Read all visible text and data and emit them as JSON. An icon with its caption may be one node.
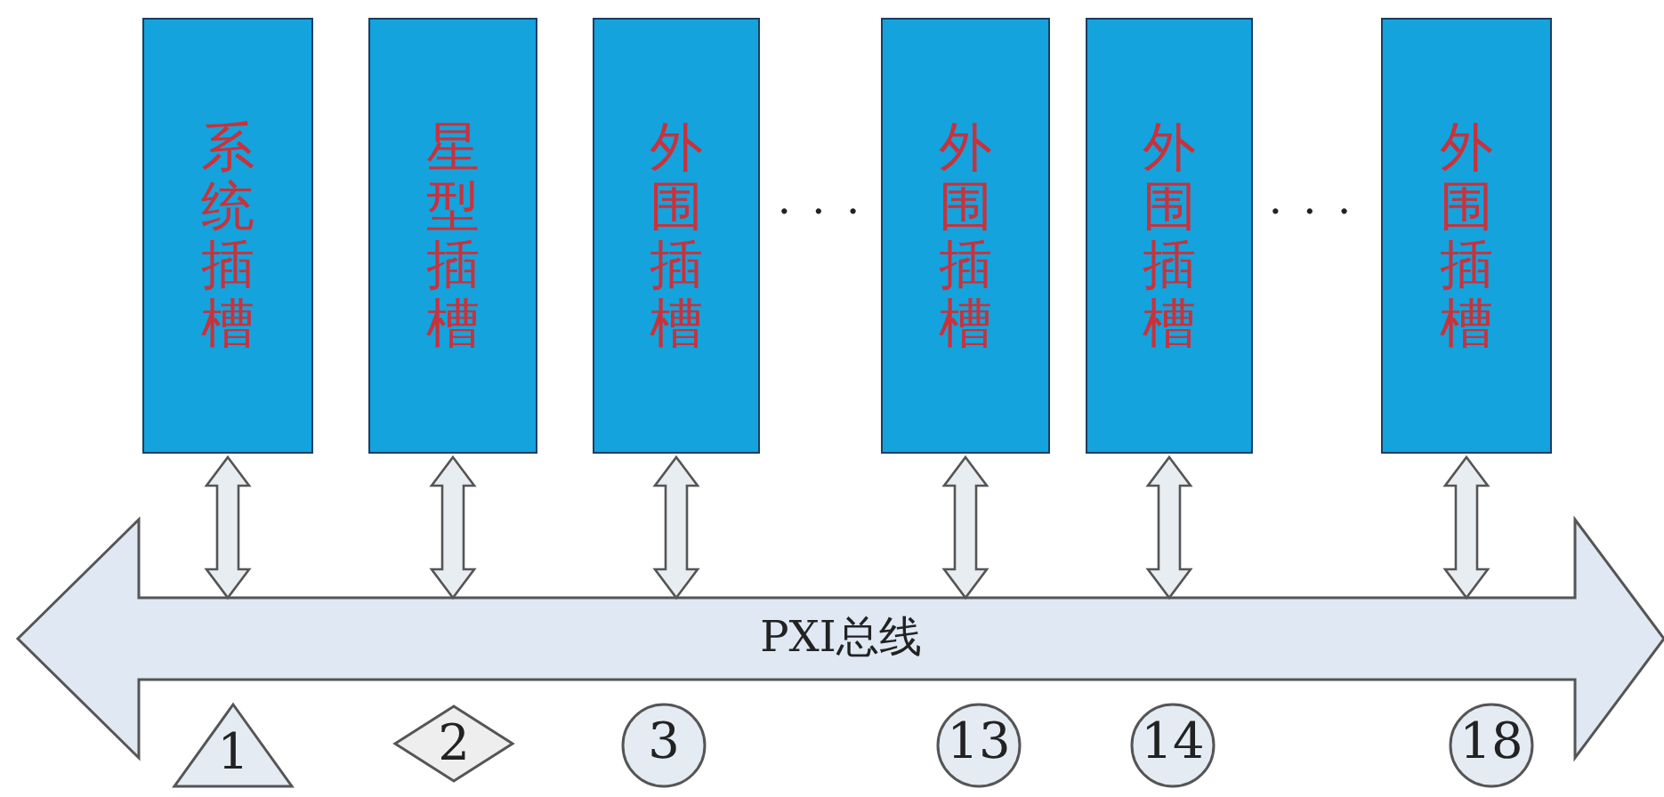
{
  "diagram": {
    "nodes": [
      {
        "text": [
          "系统插槽"
        ]
      },
      {
        "text": [
          "星型插槽"
        ]
      },
      {
        "text": [
          "外围插槽"
        ]
      },
      {
        "text": [
          "外围插槽"
        ]
      },
      {
        "text": [
          "外围插槽"
        ]
      },
      {
        "text": [
          "外围插槽"
        ]
      },
      {
        "text": [
          "PXI总线"
        ]
      },
      {
        "text": [
          "1"
        ]
      },
      {
        "text": [
          "2"
        ]
      },
      {
        "text": [
          "3"
        ]
      },
      {
        "text": [
          "13"
        ]
      },
      {
        "text": [
          "14"
        ]
      },
      {
        "text": [
          "18"
        ]
      }
    ],
    "edges": [
      {
        "from": 0,
        "to": 6,
        "arrow": "both"
      },
      {
        "from": 1,
        "to": 6,
        "arrow": "both"
      },
      {
        "from": 2,
        "to": 6,
        "arrow": "both"
      },
      {
        "from": 3,
        "to": 6,
        "arrow": "both"
      },
      {
        "from": 4,
        "to": 6,
        "arrow": "both"
      },
      {
        "from": 5,
        "to": 6,
        "arrow": "both"
      }
    ],
    "labels": [
      "· · ·",
      "· · ·"
    ]
  }
}
